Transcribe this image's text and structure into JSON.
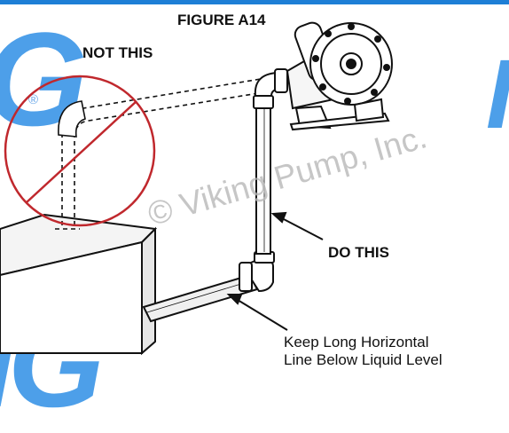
{
  "figure": {
    "title": "FIGURE A14",
    "wrong_label": "NOT THIS",
    "right_label": "DO THIS",
    "note_lines": [
      "Keep Long Horizontal",
      "Line Below Liquid Level"
    ]
  },
  "watermark": {
    "text": "© Viking Pump, Inc.",
    "logo_text": "VIKING",
    "registered_mark": "®"
  },
  "colors": {
    "accent": "#1e7fd6",
    "prohibition": "#c0282d",
    "line": "#111111"
  }
}
